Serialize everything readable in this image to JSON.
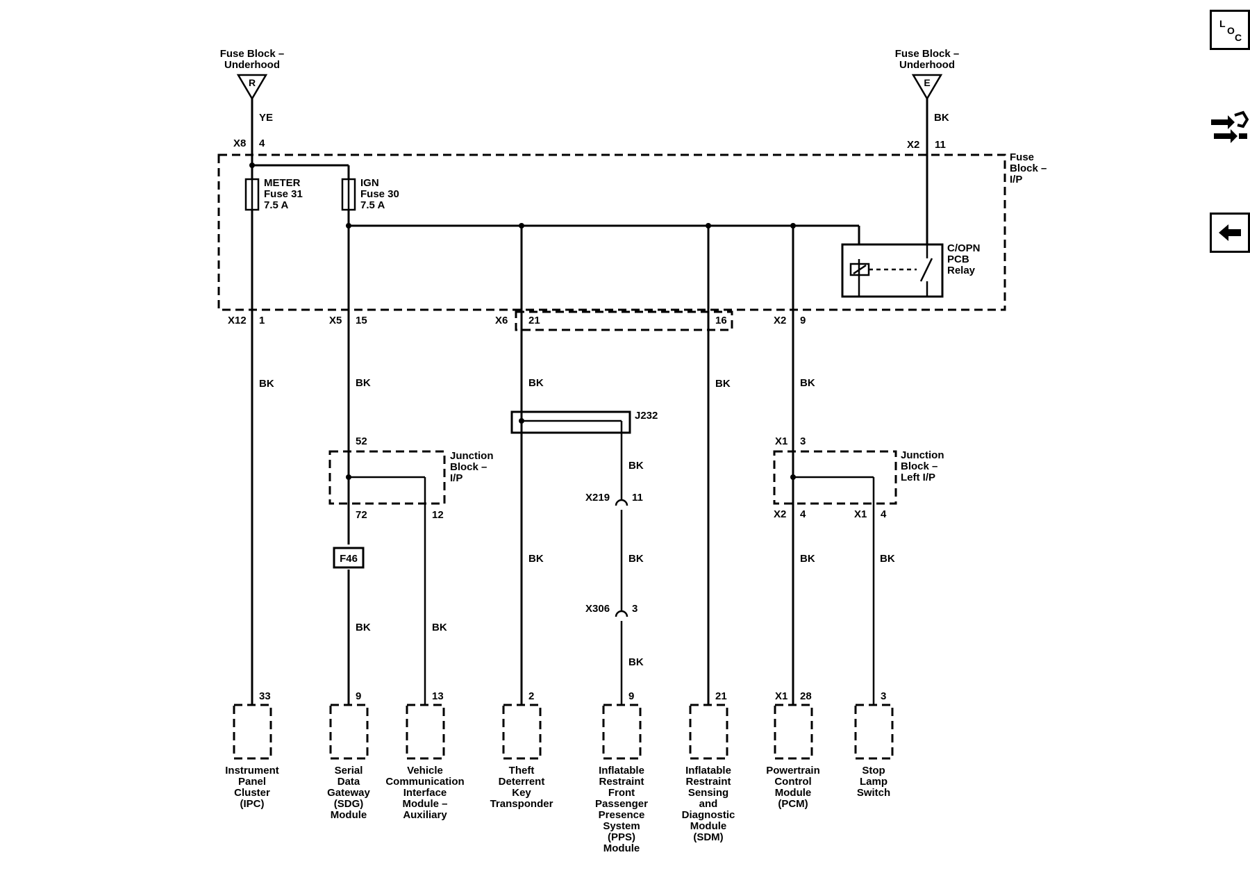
{
  "sources": {
    "left": {
      "title": [
        "Fuse Block –",
        "Underhood"
      ],
      "letter": "R",
      "wire_color": "YE",
      "conn": "X8",
      "pin": "4"
    },
    "right": {
      "title": [
        "Fuse Block –",
        "Underhood"
      ],
      "letter": "E",
      "wire_color": "BK",
      "conn": "X2",
      "pin": "11"
    }
  },
  "fuse_block_ip": {
    "label": [
      "Fuse",
      "Block –",
      "I/P"
    ]
  },
  "fuses": {
    "meter": [
      "METER",
      "Fuse 31",
      "7.5 A"
    ],
    "ign": [
      "IGN",
      "Fuse 30",
      "7.5 A"
    ]
  },
  "relay": {
    "label": [
      "C/OPN",
      "PCB",
      "Relay"
    ]
  },
  "outputs": [
    {
      "conn": "X12",
      "pin": "1"
    },
    {
      "conn": "X5",
      "pin": "15"
    },
    {
      "conn": "X6",
      "pin": "21"
    },
    {
      "conn": "",
      "pin": "16"
    },
    {
      "conn": "X2",
      "pin": "9"
    }
  ],
  "wire_labels": {
    "bk": "BK"
  },
  "junction_ip": {
    "label": [
      "Junction",
      "Block –",
      "I/P"
    ],
    "pin_in": "52",
    "pin_out1": "72",
    "pin_out2": "12"
  },
  "junction_left": {
    "label": [
      "Junction",
      "Block –",
      "Left I/P"
    ],
    "conn_in": "X1",
    "pin_in": "3",
    "conn_out1": "X2",
    "pin_out1": "4",
    "conn_out2": "X1",
    "pin_out2": "4"
  },
  "splice": {
    "label": "J232"
  },
  "fuse_f46": "F46",
  "inline_connectors": [
    {
      "conn": "X219",
      "pin": "11"
    },
    {
      "conn": "X306",
      "pin": "3"
    }
  ],
  "modules": [
    {
      "pin": "33",
      "conn": "",
      "label": [
        "Instrument",
        "Panel",
        "Cluster",
        "(IPC)"
      ]
    },
    {
      "pin": "9",
      "conn": "",
      "label": [
        "Serial",
        "Data",
        "Gateway",
        "(SDG)",
        "Module"
      ]
    },
    {
      "pin": "13",
      "conn": "",
      "label": [
        "Vehicle",
        "Communication",
        "Interface",
        "Module –",
        "Auxiliary"
      ]
    },
    {
      "pin": "2",
      "conn": "",
      "label": [
        "Theft",
        "Deterrent",
        "Key",
        "Transponder"
      ]
    },
    {
      "pin": "9",
      "conn": "",
      "label": [
        "Inflatable",
        "Restraint",
        "Front",
        "Passenger",
        "Presence",
        "System",
        "(PPS)",
        "Module"
      ]
    },
    {
      "pin": "21",
      "conn": "",
      "label": [
        "Inflatable",
        "Restraint",
        "Sensing",
        "and",
        "Diagnostic",
        "Module",
        "(SDM)"
      ]
    },
    {
      "pin": "28",
      "conn": "X1",
      "label": [
        "Powertrain",
        "Control",
        "Module",
        "(PCM)"
      ]
    },
    {
      "pin": "3",
      "conn": "",
      "label": [
        "Stop",
        "Lamp",
        "Switch"
      ]
    }
  ],
  "nav": {
    "loc": {
      "icon": "loc-icon",
      "letters": [
        "L",
        "O",
        "C"
      ]
    },
    "connector_icon": "connector-icon",
    "back_icon": "back-arrow-icon"
  }
}
